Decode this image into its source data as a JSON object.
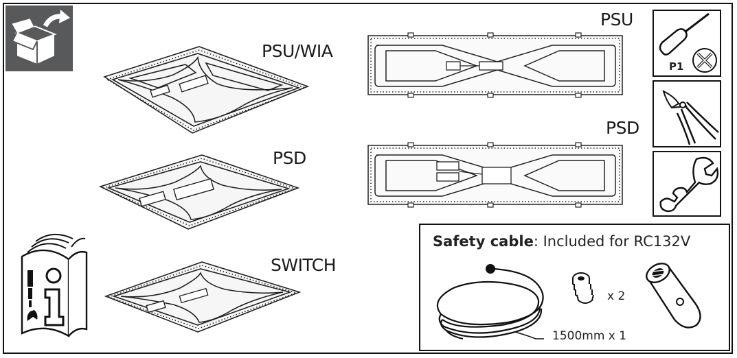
{
  "labels": {
    "psu_wia": "PSU/WIA",
    "psd_square": "PSD",
    "switch": "SWITCH",
    "psu_long": "PSU",
    "psd_long": "PSD"
  },
  "tools": {
    "screwdriver_label": "P1"
  },
  "safety": {
    "title_bold": "Safety cable",
    "title_rest": ": Included for RC132V",
    "anchor_qty": "x 2",
    "cable_length": "1500mm x 1"
  },
  "icons": [
    "unbox-icon",
    "screwdriver-icon",
    "pozidriv-icon",
    "cutter-icon",
    "wrench-icon",
    "manual-icon",
    "cable-coil-icon",
    "anchor-icon",
    "coupler-icon"
  ]
}
